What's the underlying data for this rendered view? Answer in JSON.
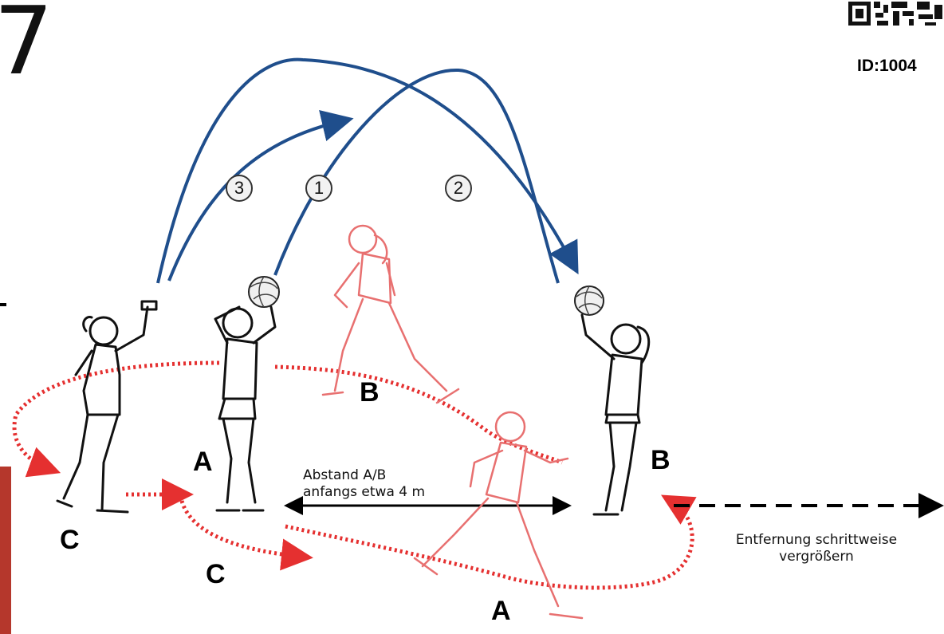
{
  "page_number": "7",
  "document_id": "ID:1004",
  "pass_numbers": [
    "1",
    "2",
    "3"
  ],
  "players": {
    "a_front": "A",
    "b_front": "B",
    "c_left": "C",
    "c_moved": "C",
    "b_moving": "B",
    "a_running": "A"
  },
  "distance_note": {
    "line1": "Abstand A/B",
    "line2": "anfangs etwa 4 m"
  },
  "extend_note": {
    "line1": "Entfernung schrittweise",
    "line2": "vergrößern"
  },
  "colors": {
    "pass_arrow": "#1f4e8c",
    "run_path": "#e53030",
    "running_figure": "#e87070",
    "red_bar": "#b5372c"
  },
  "icons": [
    "qr-code-icon",
    "volleyball-icon",
    "player-figure-icon"
  ]
}
